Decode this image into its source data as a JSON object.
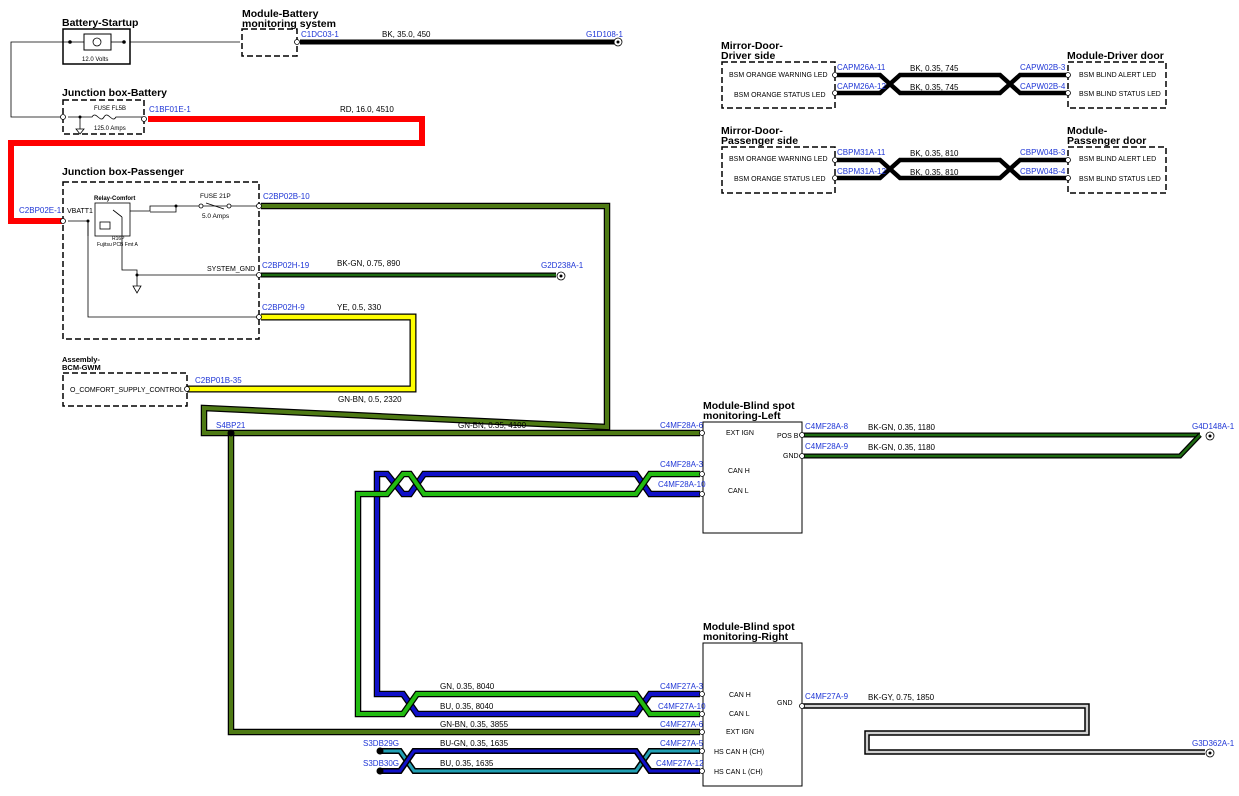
{
  "modules": {
    "battery_startup": {
      "title": "Battery-Startup",
      "label": "12.0 Volts"
    },
    "module_battery": {
      "title_line1": "Module-Battery",
      "title_line2": "monitoring system"
    },
    "junction_battery": {
      "title": "Junction box-Battery",
      "fuse_name": "FUSE FL5B",
      "fuse_rating": "125.0 Amps"
    },
    "junction_passenger": {
      "title": "Junction box-Passenger",
      "pin_vbatt": "VBATT1",
      "relay_name": "Relay-Comfort",
      "relay_code": "R16P",
      "relay_sub": "Fujitsu PCB Fmt A",
      "fuse_name": "FUSE 21P",
      "fuse_rating": "5.0 Amps",
      "pin_system_gnd": "SYSTEM_GND"
    },
    "assembly_bcm": {
      "title_line1": "Assembly-",
      "title_line2": "BCM-GWM",
      "pin": "O_COMFORT_SUPPLY_CONTROL"
    },
    "mirror_driver": {
      "title_line1": "Mirror-Door-",
      "title_line2": "Driver side",
      "pin1": "BSM ORANGE WARNING LED",
      "pin2": "BSM ORANGE STATUS LED"
    },
    "module_driver_door": {
      "title": "Module-Driver door",
      "pin1": "BSM BLIND ALERT LED",
      "pin2": "BSM BLIND STATUS LED"
    },
    "mirror_passenger": {
      "title_line1": "Mirror-Door-",
      "title_line2": "Passenger side",
      "pin1": "BSM ORANGE WARNING LED",
      "pin2": "BSM ORANGE STATUS LED"
    },
    "module_passenger_door": {
      "title_line1": "Module-",
      "title_line2": "Passenger door",
      "pin1": "BSM BLIND ALERT LED",
      "pin2": "BSM BLIND STATUS LED"
    },
    "bsm_left": {
      "title_line1": "Module-Blind spot",
      "title_line2": "monitoring-Left",
      "pin_ext_ign": "EXT IGN",
      "pin_can_h": "CAN H",
      "pin_can_l": "CAN L",
      "pin_pos_b": "POS B",
      "pin_gnd": "GND"
    },
    "bsm_right": {
      "title_line1": "Module-Blind spot",
      "title_line2": "monitoring-Right",
      "pin_can_h": "CAN H",
      "pin_can_l": "CAN L",
      "pin_ext_ign": "EXT IGN",
      "pin_hs_can_h": "HS CAN H (CH)",
      "pin_hs_can_l": "HS CAN L (CH)",
      "pin_gnd": "GND"
    }
  },
  "connectors": {
    "c1dc03_1": "C1DC03-1",
    "g1d108_1": "G1D108-1",
    "c1bf01e_1": "C1BF01E-1",
    "c2bp02e_1": "C2BP02E-1",
    "c2bp02b_10": "C2BP02B-10",
    "c2bp02h_19": "C2BP02H-19",
    "g2d238a_1": "G2D238A-1",
    "c2bp02h_9": "C2BP02H-9",
    "c2bp01b_35": "C2BP01B-35",
    "s4bp21": "S4BP21",
    "c4mf28a_6": "C4MF28A-6",
    "c4mf28a_3": "C4MF28A-3",
    "c4mf28a_10": "C4MF28A-10",
    "c4mf28a_8": "C4MF28A-8",
    "c4mf28a_9": "C4MF28A-9",
    "g4d148a_1": "G4D148A-1",
    "capm26a_11": "CAPM26A-11",
    "capm26a_12": "CAPM26A-12",
    "capw02b_3": "CAPW02B-3",
    "capw02b_4": "CAPW02B-4",
    "cbpm31a_11": "CBPM31A-11",
    "cbpm31a_12": "CBPM31A-12",
    "cbpw04b_3": "CBPW04B-3",
    "cbpw04b_4": "CBPW04B-4",
    "c4mf27a_3": "C4MF27A-3",
    "c4mf27a_10": "C4MF27A-10",
    "c4mf27a_6": "C4MF27A-6",
    "c4mf27a_5": "C4MF27A-5",
    "c4mf27a_12": "C4MF27A-12",
    "c4mf27a_9": "C4MF27A-9",
    "g3d362a_1": "G3D362A-1",
    "s3db29g": "S3DB29G",
    "s3db30g": "S3DB30G"
  },
  "wires": {
    "battery_bk": "BK, 35.0, 450",
    "fuse_rd": "RD, 16.0, 4510",
    "sysgnd_bkgn": "BK-GN, 0.75, 890",
    "ye": "YE, 0.5, 330",
    "gnbn_2320": "GN-BN, 0.5, 2320",
    "gnbn_4100": "GN-BN, 0.35, 4100",
    "posb_bkgn": "BK-GN, 0.35, 1180",
    "gnd_bkgn": "BK-GN, 0.35, 1180",
    "drv_1": "BK, 0.35, 745",
    "drv_2": "BK, 0.35, 745",
    "pas_1": "BK, 0.35, 810",
    "pas_2": "BK, 0.35, 810",
    "r_gn": "GN, 0.35, 8040",
    "r_bu": "BU, 0.35, 8040",
    "r_gnbn": "GN-BN, 0.35, 3855",
    "r_bugn": "BU-GN, 0.35, 1635",
    "r_bu2": "BU, 0.35, 1635",
    "r_bkgy": "BK-GY, 0.75, 1850"
  },
  "colors": {
    "rd": "#ff0000",
    "ye": "#ffff00",
    "gn": "#22bb11",
    "bu": "#1010c8",
    "gnbn": "#4e7a14",
    "bkgn": "#1e6b12",
    "bk": "#000000",
    "bkgy": "#c8c8c8",
    "pin_text": "#1f36d6"
  }
}
